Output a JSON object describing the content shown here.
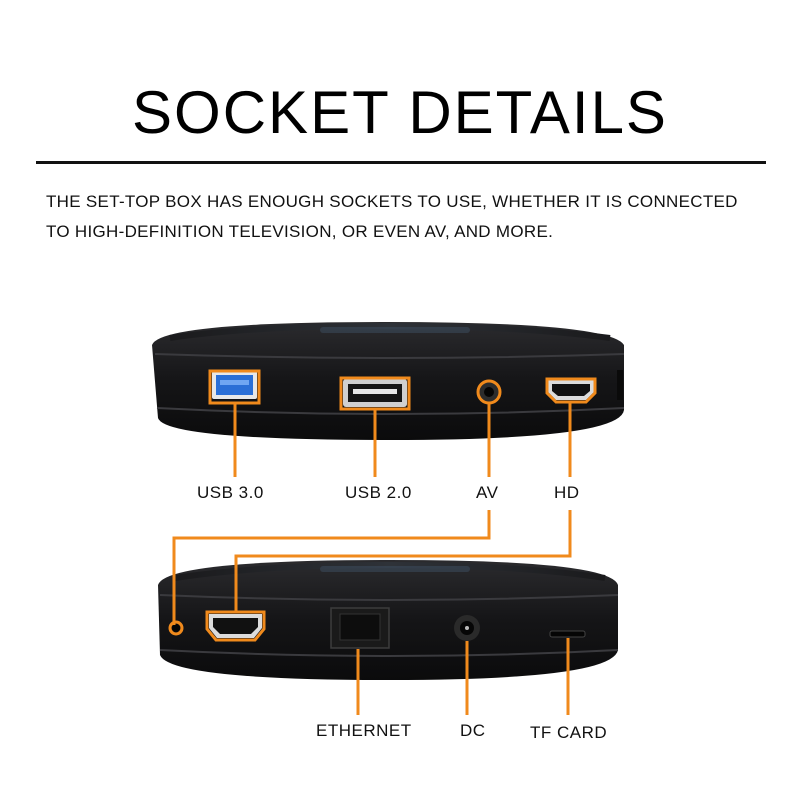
{
  "header": {
    "title": "SOCKET DETAILS",
    "description_line1": "THE SET-TOP BOX HAS ENOUGH SOCKETS TO USE, WHETHER IT IS CONNECTED",
    "description_line2": "TO HIGH-DEFINITION TELEVISION, OR EVEN AV, AND MORE."
  },
  "top_device": {
    "ports": {
      "usb3": "USB 3.0",
      "usb2": "USB 2.0",
      "av": "AV",
      "hd": "HD"
    }
  },
  "bottom_device": {
    "ports": {
      "ethernet": "ETHERNET",
      "dc": "DC",
      "tf_card": "TF CARD"
    }
  },
  "colors": {
    "accent": "#f08a1c",
    "device_body": "#1b1b1d",
    "usb3_blue": "#2a6fd6"
  }
}
